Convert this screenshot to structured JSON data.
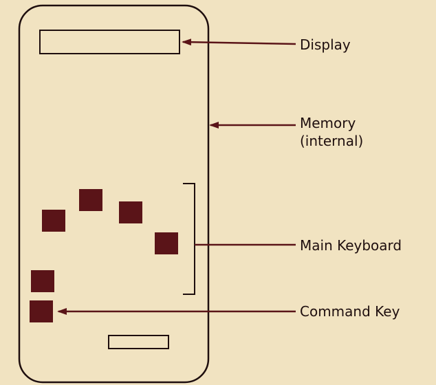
{
  "colors": {
    "background": "#f1e3c1",
    "outline": "#1e0e0e",
    "key": "#5a1418",
    "arrow": "#5a1418"
  },
  "labels": {
    "display": "Display",
    "memory_line1": "Memory",
    "memory_line2": "(internal)",
    "main_keyboard": "Main Keyboard",
    "command_key": "Command Key"
  }
}
